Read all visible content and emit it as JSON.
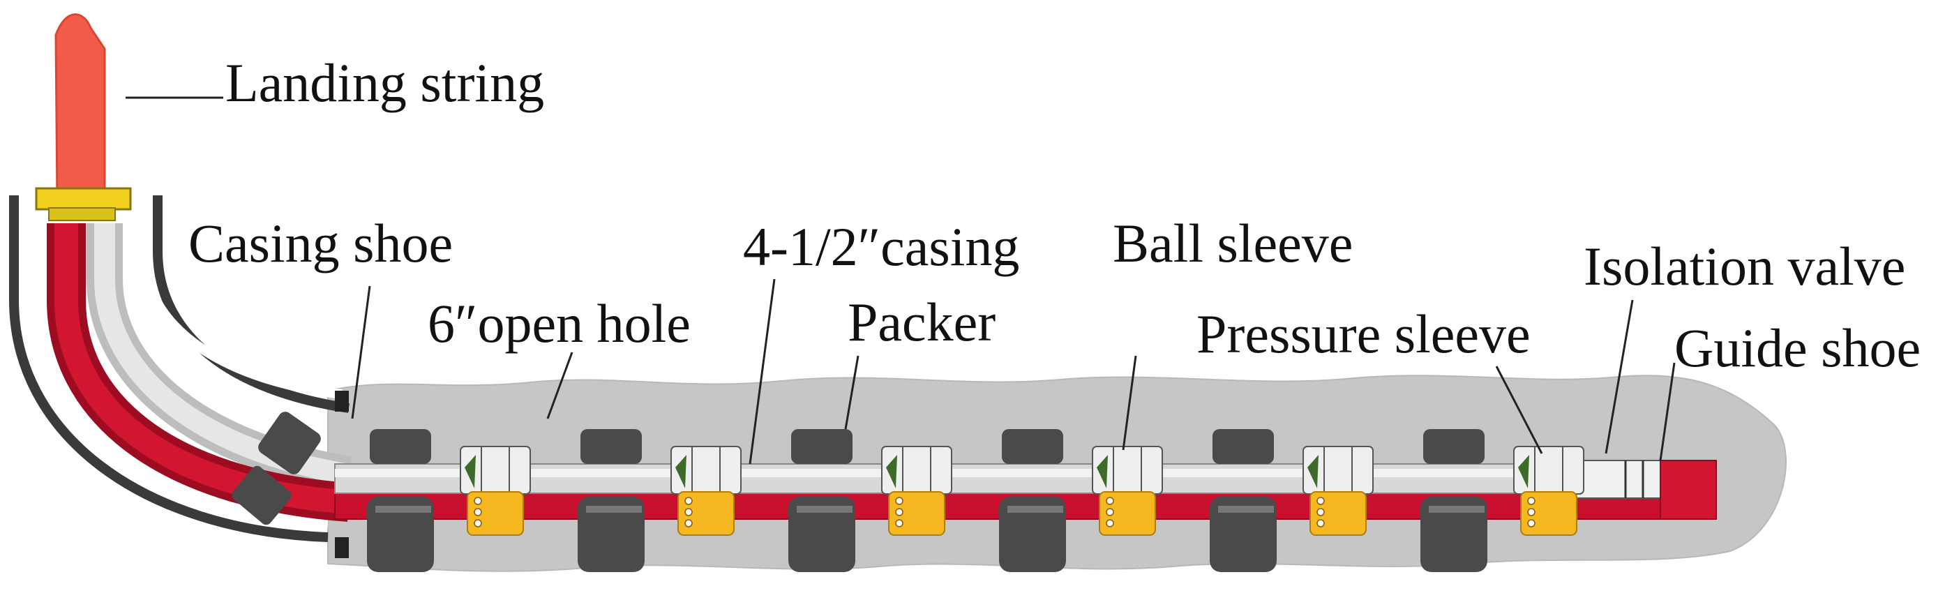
{
  "labels": {
    "landing_string": "Landing string",
    "casing_shoe": "Casing shoe",
    "open_hole": "6″open hole",
    "casing": "4-1/2″casing",
    "packer": "Packer",
    "ball_sleeve": "Ball sleeve",
    "pressure_sleeve": "Pressure sleeve",
    "isolation_valve": "Isolation valve",
    "guide_shoe": "Guide shoe"
  },
  "colors": {
    "landing_string": "#f25a4a",
    "tubing_red": "#c8102e",
    "casing_silver": "#d8d8d8",
    "packer_dark": "#4a4a4a",
    "sleeve_yellow": "#f5b820",
    "open_hole_grey": "#c6c6c6",
    "casing_wall": "#3a3a3a",
    "valve_green": "#3f6b2a"
  },
  "stages": {
    "count": 6,
    "packers_per_stage": 1
  }
}
